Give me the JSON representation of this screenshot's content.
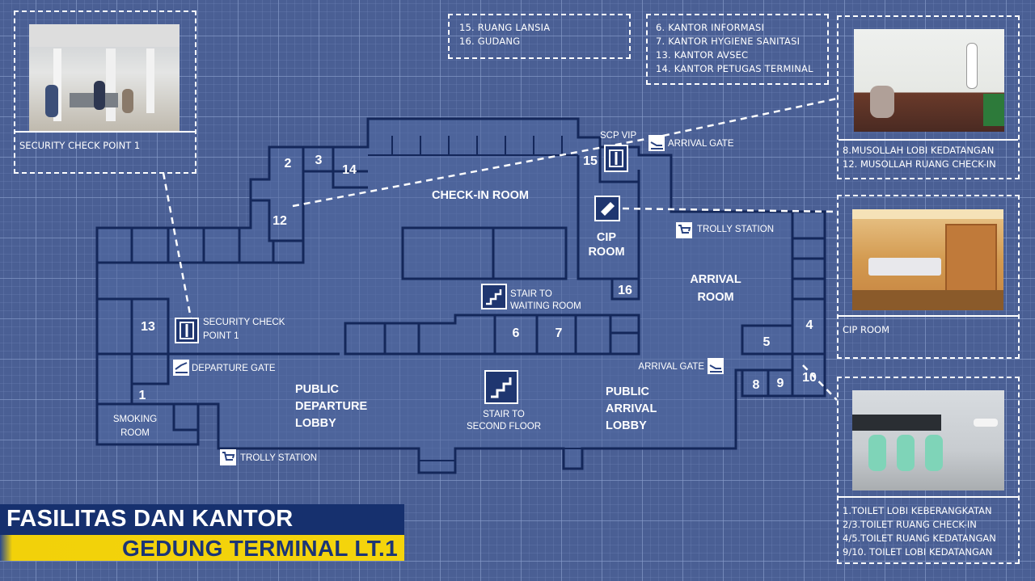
{
  "title": {
    "line1": "FASILITAS DAN KANTOR",
    "line2": "GEDUNG TERMINAL LT.1"
  },
  "legends": {
    "top_center": [
      "15. RUANG LANSIA",
      "16. GUDANG"
    ],
    "top_right": [
      "6. KANTOR INFORMASI",
      "7. KANTOR HYGIENE SANITASI",
      "13. KANTOR AVSEC",
      "14. KANTOR PETUGAS TERMINAL"
    ]
  },
  "panels": {
    "security": {
      "caption": "SECURITY CHECK POINT 1"
    },
    "musollah": {
      "lines": [
        "8.MUSOLLAH LOBI KEDATANGAN",
        "12. MUSOLLAH RUANG CHECK-IN"
      ]
    },
    "cip": {
      "caption": "CIP ROOM"
    },
    "toilet": {
      "lines": [
        "1.TOILET LOBI KEBERANGKATAN",
        "2/3.TOILET RUANG CHECK-IN",
        "4/5.TOILET RUANG KEDATANGAN",
        "9/10. TOILET LOBI KEDATANGAN"
      ]
    }
  },
  "rooms": {
    "checkin": "CHECK-IN ROOM",
    "cip1": "CIP",
    "cip2": "ROOM",
    "arrival1": "ARRIVAL",
    "arrival2": "ROOM",
    "pdl1": "PUBLIC",
    "pdl2": "DEPARTURE",
    "pdl3": "LOBBY",
    "pal1": "PUBLIC",
    "pal2": "ARRIVAL",
    "pal3": "LOBBY",
    "smoking1": "SMOKING",
    "smoking2": "ROOM"
  },
  "numbers": {
    "n1": "1",
    "n2": "2",
    "n3": "3",
    "n4": "4",
    "n5": "5",
    "n6": "6",
    "n7": "7",
    "n8": "8",
    "n9": "9",
    "n10": "10",
    "n12": "12",
    "n13": "13",
    "n14": "14",
    "n15": "15",
    "n16": "16"
  },
  "labels": {
    "scp_vip": "SCP VIP",
    "arrival_gate_top": "ARRIVAL GATE",
    "trolly_right": "TROLLY STATION",
    "stair_waiting1": "STAIR TO",
    "stair_waiting2": "WAITING ROOM",
    "security1": "SECURITY CHECK",
    "security2": "POINT 1",
    "departure_gate": "DEPARTURE GATE",
    "arrival_gate_mid": "ARRIVAL GATE",
    "stair_second1": "STAIR TO",
    "stair_second2": "SECOND FLOOR",
    "trolly_left": "TROLLY STATION"
  },
  "icons": [
    "security-gate-icon",
    "arrival-gate-icon",
    "departure-gate-icon",
    "trolley-icon",
    "stairs-icon",
    "ticket-icon"
  ]
}
